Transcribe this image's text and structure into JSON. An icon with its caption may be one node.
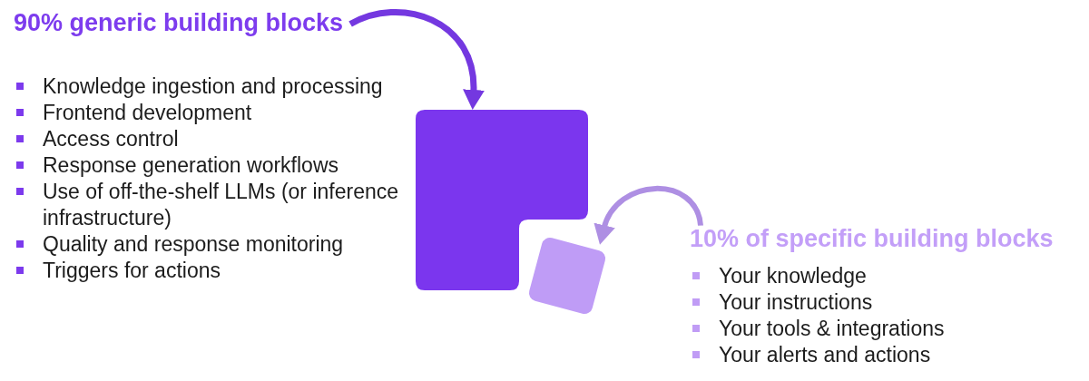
{
  "diagram": {
    "nodes": [
      {
        "text": [
          "90% generic building blocks"
        ]
      },
      {
        "text": [],
        "shape": "box"
      },
      {
        "text": [],
        "shape": "box"
      },
      {
        "text": [
          "10% of specific building blocks"
        ]
      }
    ],
    "edges": [
      {
        "from": 0,
        "to": 1,
        "arrow": "to"
      },
      {
        "from": 3,
        "to": 2,
        "arrow": "to",
        "color": "#ae8fe3"
      }
    ],
    "labels": [
      "Knowledge ingestion and processing",
      "Frontend development",
      "Access control",
      "Response generation workflows",
      "Use of off-the-shelf LLMs (or inference infrastructure)",
      "Quality and response monitoring",
      "Triggers for actions",
      "Your knowledge",
      "Your instructions",
      "Your tools & integrations",
      "Your alerts and actions"
    ]
  }
}
